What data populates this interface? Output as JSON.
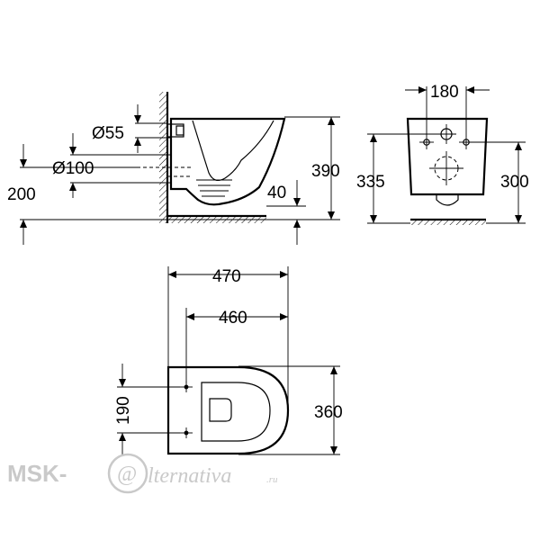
{
  "side_view": {
    "dims": {
      "d55": "Ø55",
      "d100": "Ø100",
      "h200": "200",
      "h390": "390",
      "h40": "40"
    }
  },
  "front_view": {
    "dims": {
      "w180": "180",
      "h335": "335",
      "h300": "300"
    }
  },
  "top_view": {
    "dims": {
      "w470": "470",
      "w460": "460",
      "h190": "190",
      "h360": "360"
    }
  },
  "watermark": {
    "left": "MSK-",
    "at": "@",
    "right": "lternativa",
    "suffix": ".ru"
  }
}
